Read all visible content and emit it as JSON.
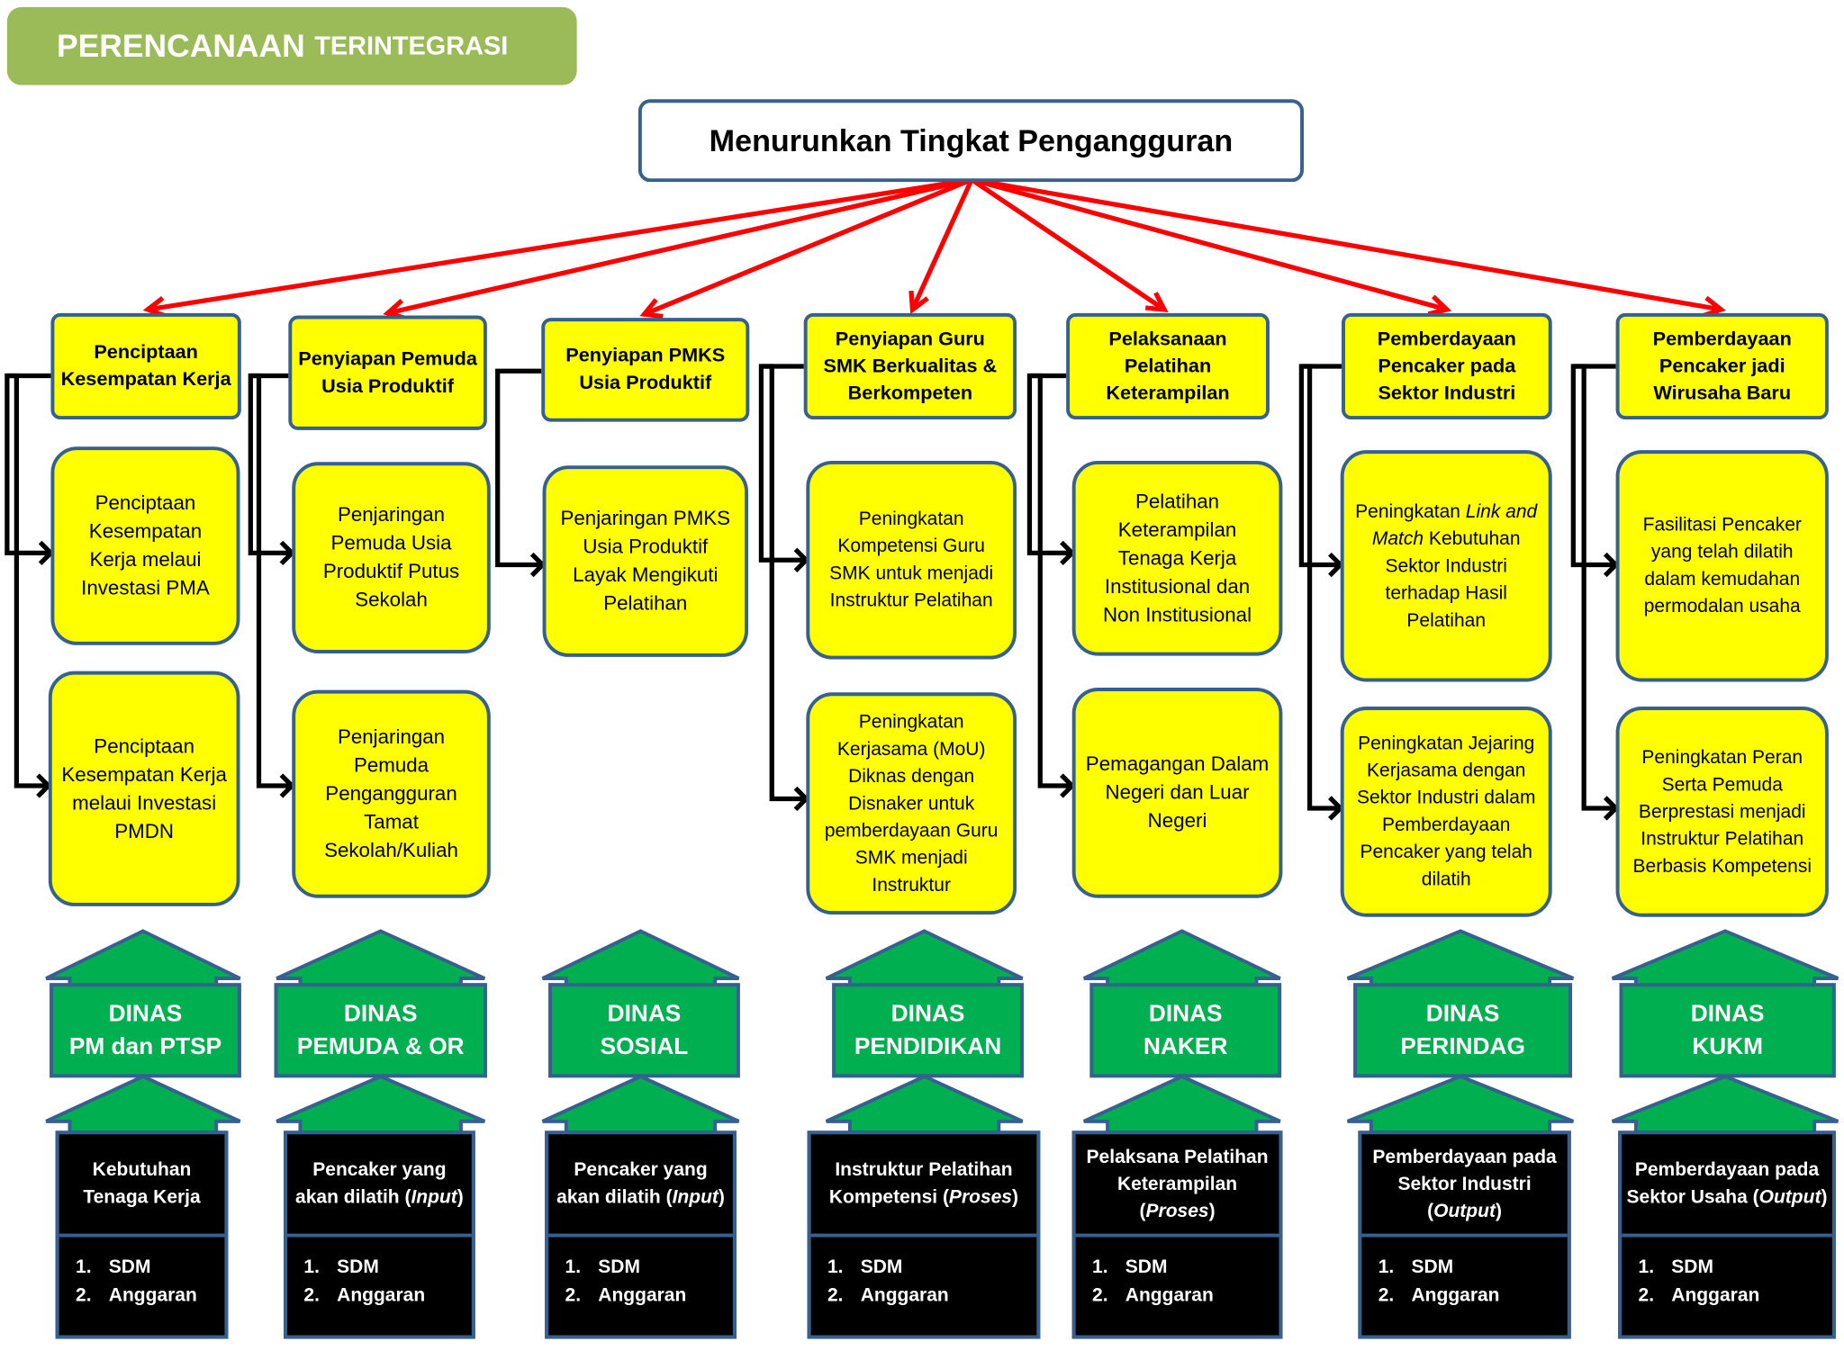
{
  "banner": {
    "part1": "PERENCANAAN",
    "part2": "TERINTEGRASI"
  },
  "goal": "Menurunkan Tingkat Pengangguran",
  "programs": [
    {
      "title": "Penciptaan Kesempatan Kerja",
      "items": [
        "Penciptaan Kesempatan Kerja melaui Investasi PMA",
        "Penciptaan Kesempatan Kerja melaui Investasi PMDN"
      ],
      "dinas": [
        "DINAS",
        "PM dan PTSP"
      ],
      "need": "Kebutuhan Tenaga Kerja",
      "resources": [
        "SDM",
        "Anggaran"
      ]
    },
    {
      "title": "Penyiapan Pemuda Usia Produktif",
      "items": [
        "Penjaringan Pemuda Usia Produktif Putus Sekolah",
        "Penjaringan Pemuda Pengangguran Tamat Sekolah/Kuliah"
      ],
      "dinas": [
        "DINAS",
        "PEMUDA & OR"
      ],
      "need_pre": "Pencaker yang akan dilatih",
      "need_em": "Input",
      "resources": [
        "SDM",
        "Anggaran"
      ]
    },
    {
      "title": "Penyiapan PMKS Usia Produktif",
      "items": [
        "Penjaringan PMKS Usia Produktif Layak Mengikuti Pelatihan"
      ],
      "dinas": [
        "DINAS",
        "SOSIAL"
      ],
      "need_pre": "Pencaker yang akan dilatih",
      "need_em": "Input",
      "resources": [
        "SDM",
        "Anggaran"
      ]
    },
    {
      "title": "Penyiapan Guru SMK Berkualitas & Berkompeten",
      "items": [
        "Peningkatan Kompetensi Guru SMK untuk menjadi Instruktur Pelatihan",
        "Peningkatan Kerjasama (MoU) Diknas dengan Disnaker untuk pemberdayaan Guru SMK menjadi Instruktur"
      ],
      "dinas": [
        "DINAS",
        "PENDIDIKAN"
      ],
      "need_pre": "Instruktur Pelatihan Kompetensi",
      "need_em": "Proses",
      "resources": [
        "SDM",
        "Anggaran"
      ]
    },
    {
      "title": "Pelaksanaan Pelatihan Keterampilan",
      "items": [
        "Pelatihan Keterampilan Tenaga Kerja Institusional dan Non Institusional",
        "Pemagangan Dalam Negeri dan Luar Negeri"
      ],
      "dinas": [
        "DINAS",
        "NAKER"
      ],
      "need_pre": "Pelaksana Pelatihan Keterampilan",
      "need_em": "Proses",
      "resources": [
        "SDM",
        "Anggaran"
      ]
    },
    {
      "title": "Pemberdayaan Pencaker pada Sektor Industri",
      "items_1_pre": "Peningkatan",
      "items_1_em": "Link and Match",
      "items_1_post": "Kebutuhan Sektor Industri terhadap Hasil Pelatihan",
      "items": [
        "Peningkatan Jejaring Kerjasama dengan Sektor Industri dalam Pemberdayaan Pencaker yang telah dilatih"
      ],
      "dinas": [
        "DINAS",
        "PERINDAG"
      ],
      "need_pre": "Pemberdayaan pada Sektor Industri",
      "need_em": "Output",
      "resources": [
        "SDM",
        "Anggaran"
      ]
    },
    {
      "title": "Pemberdayaan Pencaker jadi Wirusaha Baru",
      "items": [
        "Fasilitasi Pencaker yang telah dilatih dalam kemudahan permodalan usaha",
        "Peningkatan Peran Serta Pemuda Berprestasi menjadi Instruktur Pelatihan Berbasis Kompetensi"
      ],
      "dinas": [
        "DINAS",
        "KUKM"
      ],
      "need_pre": "Pemberdayaan pada Sektor Usaha",
      "need_em": "Output",
      "resources": [
        "SDM",
        "Anggaran"
      ]
    }
  ],
  "colors": {
    "banner": "#9bbb59",
    "box": "#ffff00",
    "border": "#36608f",
    "dinas": "#00b050",
    "arrow_red": "#ff0000"
  }
}
